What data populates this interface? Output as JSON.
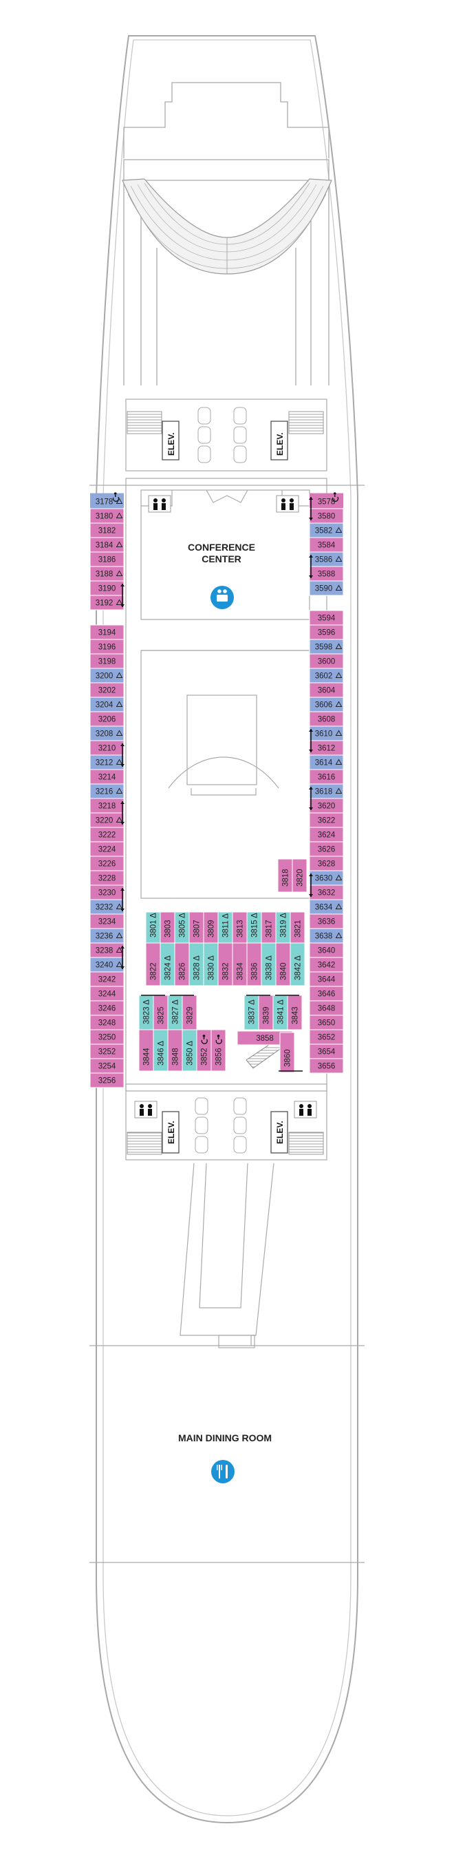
{
  "colors": {
    "pink": "#d878b6",
    "blue": "#8fa8dc",
    "teal": "#7fd3d1",
    "hull_stroke": "#999999",
    "icon_blue": "#1b93d6"
  },
  "areas": {
    "conference_line1": "CONFERENCE",
    "conference_line2": "CENTER",
    "dining": "MAIN DINING ROOM",
    "elevator": "ELEV."
  },
  "left_column": [
    {
      "n": "3178",
      "c": "blue",
      "acc": true,
      "wc": true
    },
    {
      "n": "3180",
      "c": "pink",
      "acc": true
    },
    {
      "n": "3182",
      "c": "pink"
    },
    {
      "n": "3184",
      "c": "pink",
      "acc": true
    },
    {
      "n": "3186",
      "c": "pink"
    },
    {
      "n": "3188",
      "c": "pink",
      "acc": true
    },
    {
      "n": "3190",
      "c": "pink",
      "conn": true
    },
    {
      "n": "3192",
      "c": "pink",
      "acc": true,
      "conn": true
    },
    {
      "gap": true
    },
    {
      "n": "3194",
      "c": "pink"
    },
    {
      "n": "3196",
      "c": "pink"
    },
    {
      "n": "3198",
      "c": "pink"
    },
    {
      "n": "3200",
      "c": "blue",
      "acc": true
    },
    {
      "n": "3202",
      "c": "pink"
    },
    {
      "n": "3204",
      "c": "blue",
      "acc": true
    },
    {
      "n": "3206",
      "c": "pink"
    },
    {
      "n": "3208",
      "c": "blue",
      "acc": true
    },
    {
      "n": "3210",
      "c": "pink",
      "conn": true
    },
    {
      "n": "3212",
      "c": "blue",
      "acc": true,
      "conn": true
    },
    {
      "n": "3214",
      "c": "pink"
    },
    {
      "n": "3216",
      "c": "blue",
      "acc": true
    },
    {
      "n": "3218",
      "c": "pink",
      "conn": true
    },
    {
      "n": "3220",
      "c": "pink",
      "acc": true,
      "conn": true
    },
    {
      "n": "3222",
      "c": "pink"
    },
    {
      "n": "3224",
      "c": "pink"
    },
    {
      "n": "3226",
      "c": "pink"
    },
    {
      "n": "3228",
      "c": "pink"
    },
    {
      "n": "3230",
      "c": "pink",
      "conn": true
    },
    {
      "n": "3232",
      "c": "blue",
      "acc": true,
      "conn": true
    },
    {
      "n": "3234",
      "c": "pink"
    },
    {
      "n": "3236",
      "c": "blue",
      "acc": true
    },
    {
      "n": "3238",
      "c": "pink",
      "acc": true,
      "conn": true
    },
    {
      "n": "3240",
      "c": "blue",
      "acc": true,
      "conn": true
    },
    {
      "n": "3242",
      "c": "pink"
    },
    {
      "n": "3244",
      "c": "pink"
    },
    {
      "n": "3246",
      "c": "pink"
    },
    {
      "n": "3248",
      "c": "pink"
    },
    {
      "n": "3250",
      "c": "pink"
    },
    {
      "n": "3252",
      "c": "pink"
    },
    {
      "n": "3254",
      "c": "pink"
    },
    {
      "n": "3256",
      "c": "pink"
    }
  ],
  "right_column": [
    {
      "n": "3578",
      "c": "pink",
      "conn": true,
      "wc": true
    },
    {
      "n": "3580",
      "c": "pink",
      "conn": true
    },
    {
      "n": "3582",
      "c": "blue",
      "acc": true
    },
    {
      "n": "3584",
      "c": "pink"
    },
    {
      "n": "3586",
      "c": "blue",
      "acc": true,
      "conn": true
    },
    {
      "n": "3588",
      "c": "pink",
      "conn": true
    },
    {
      "n": "3590",
      "c": "blue",
      "acc": true
    },
    {
      "gap": true
    },
    {
      "n": "3594",
      "c": "pink"
    },
    {
      "n": "3596",
      "c": "pink"
    },
    {
      "n": "3598",
      "c": "blue",
      "acc": true
    },
    {
      "n": "3600",
      "c": "pink"
    },
    {
      "n": "3602",
      "c": "blue",
      "acc": true
    },
    {
      "n": "3604",
      "c": "pink"
    },
    {
      "n": "3606",
      "c": "blue",
      "acc": true
    },
    {
      "n": "3608",
      "c": "pink"
    },
    {
      "n": "3610",
      "c": "blue",
      "acc": true,
      "conn": true
    },
    {
      "n": "3612",
      "c": "pink",
      "conn": true
    },
    {
      "n": "3614",
      "c": "blue",
      "acc": true
    },
    {
      "n": "3616",
      "c": "pink"
    },
    {
      "n": "3618",
      "c": "blue",
      "acc": true,
      "conn": true
    },
    {
      "n": "3620",
      "c": "pink",
      "conn": true
    },
    {
      "n": "3622",
      "c": "pink"
    },
    {
      "n": "3624",
      "c": "pink"
    },
    {
      "n": "3626",
      "c": "pink"
    },
    {
      "n": "3628",
      "c": "pink"
    },
    {
      "n": "3630",
      "c": "blue",
      "acc": true,
      "conn": true
    },
    {
      "n": "3632",
      "c": "pink",
      "conn": true
    },
    {
      "n": "3634",
      "c": "blue",
      "acc": true
    },
    {
      "n": "3636",
      "c": "pink"
    },
    {
      "n": "3638",
      "c": "blue",
      "acc": true
    },
    {
      "n": "3640",
      "c": "pink"
    },
    {
      "n": "3642",
      "c": "pink"
    },
    {
      "n": "3644",
      "c": "pink"
    },
    {
      "n": "3646",
      "c": "pink"
    },
    {
      "n": "3648",
      "c": "pink"
    },
    {
      "n": "3650",
      "c": "pink"
    },
    {
      "n": "3652",
      "c": "pink"
    },
    {
      "n": "3654",
      "c": "pink"
    },
    {
      "n": "3656",
      "c": "pink"
    }
  ],
  "inner_cabins": [
    {
      "n": "3818",
      "c": "pink"
    },
    {
      "n": "3820",
      "c": "pink"
    },
    {
      "n": "3801",
      "c": "teal",
      "acc": true
    },
    {
      "n": "3803",
      "c": "pink"
    },
    {
      "n": "3805",
      "c": "teal",
      "acc": true
    },
    {
      "n": "3807",
      "c": "pink"
    },
    {
      "n": "3809",
      "c": "pink"
    },
    {
      "n": "3811",
      "c": "teal",
      "acc": true
    },
    {
      "n": "3813",
      "c": "pink"
    },
    {
      "n": "3815",
      "c": "teal",
      "acc": true
    },
    {
      "n": "3817",
      "c": "pink"
    },
    {
      "n": "3819",
      "c": "teal",
      "acc": true
    },
    {
      "n": "3821",
      "c": "pink"
    },
    {
      "n": "3822",
      "c": "pink"
    },
    {
      "n": "3824",
      "c": "teal",
      "acc": true
    },
    {
      "n": "3826",
      "c": "pink"
    },
    {
      "n": "3828",
      "c": "teal",
      "acc": true
    },
    {
      "n": "3830",
      "c": "teal",
      "acc": true
    },
    {
      "n": "3832",
      "c": "pink"
    },
    {
      "n": "3834",
      "c": "pink"
    },
    {
      "n": "3836",
      "c": "pink"
    },
    {
      "n": "3838",
      "c": "teal",
      "acc": true
    },
    {
      "n": "3840",
      "c": "pink"
    },
    {
      "n": "3842",
      "c": "teal",
      "acc": true
    },
    {
      "n": "3823",
      "c": "teal",
      "acc": true,
      "conn": true
    },
    {
      "n": "3825",
      "c": "pink",
      "conn": true
    },
    {
      "n": "3827",
      "c": "teal",
      "acc": true,
      "conn": true
    },
    {
      "n": "3829",
      "c": "pink",
      "conn": true
    },
    {
      "n": "3837",
      "c": "teal",
      "acc": true,
      "conn": true
    },
    {
      "n": "3839",
      "c": "pink",
      "conn": true
    },
    {
      "n": "3841",
      "c": "teal",
      "acc": true,
      "conn": true
    },
    {
      "n": "3843",
      "c": "pink",
      "conn": true
    },
    {
      "n": "3844",
      "c": "pink"
    },
    {
      "n": "3846",
      "c": "teal",
      "acc": true
    },
    {
      "n": "3848",
      "c": "pink"
    },
    {
      "n": "3850",
      "c": "teal",
      "acc": true
    },
    {
      "n": "3852",
      "c": "pink",
      "wc": true
    },
    {
      "n": "3856",
      "c": "pink",
      "wc": true
    },
    {
      "n": "3858",
      "c": "pink"
    },
    {
      "n": "3860",
      "c": "pink",
      "conn": true
    }
  ]
}
